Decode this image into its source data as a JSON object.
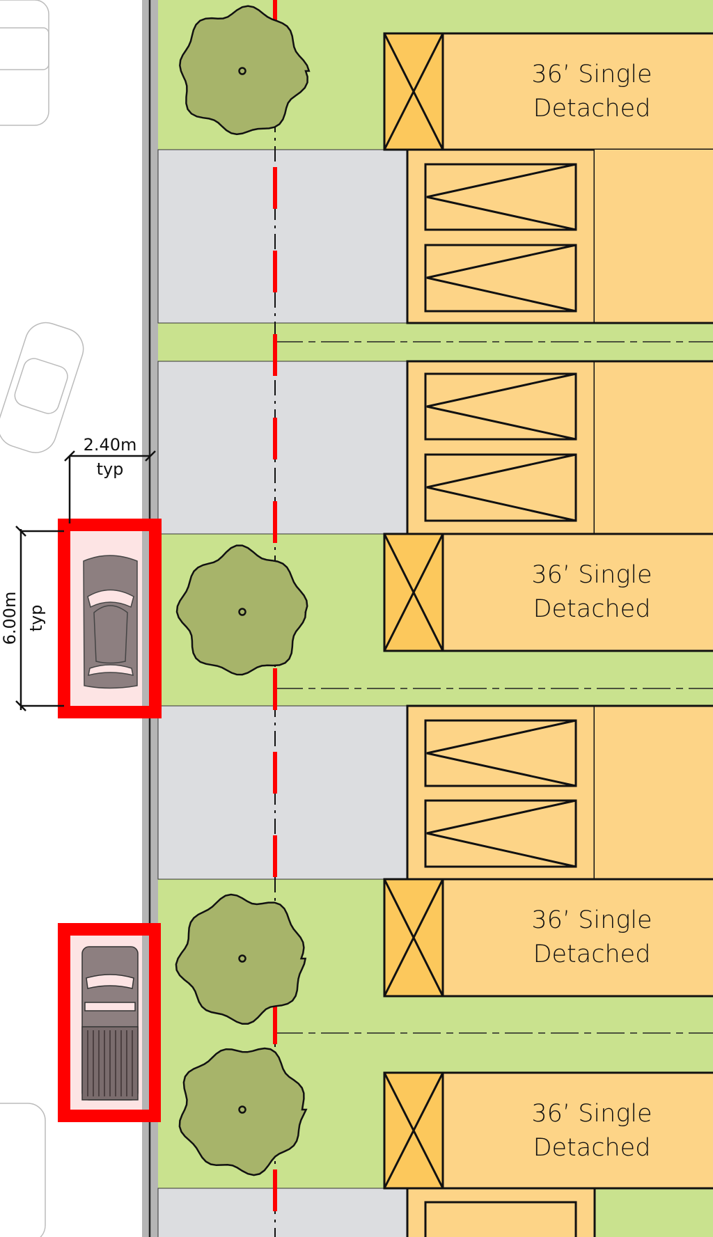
{
  "colors": {
    "verge_green": "#c9e28e",
    "driveway_gray": "#dcdde0",
    "house": "#fdd487",
    "porch": "#fcc85c",
    "tree": "#a7b46a",
    "parking_red": "#ff0000",
    "parking_fill": "#fde4e4",
    "car": "#8d7f80",
    "curb": "#b5b5b5"
  },
  "houses": [
    {
      "line1": "36’ Single",
      "line2": "Detached"
    },
    {
      "line1": "36’ Single",
      "line2": "Detached"
    },
    {
      "line1": "36’ Single",
      "line2": "Detached"
    },
    {
      "line1": "36’ Single",
      "line2": "Detached"
    }
  ],
  "dimensions": {
    "width": {
      "value": "2.40m",
      "note": "typ"
    },
    "length": {
      "value": "6.00m",
      "note": "typ"
    }
  },
  "parking_spaces": [
    {
      "vehicle": "car-icon"
    },
    {
      "vehicle": "pickup-truck-icon"
    }
  ]
}
